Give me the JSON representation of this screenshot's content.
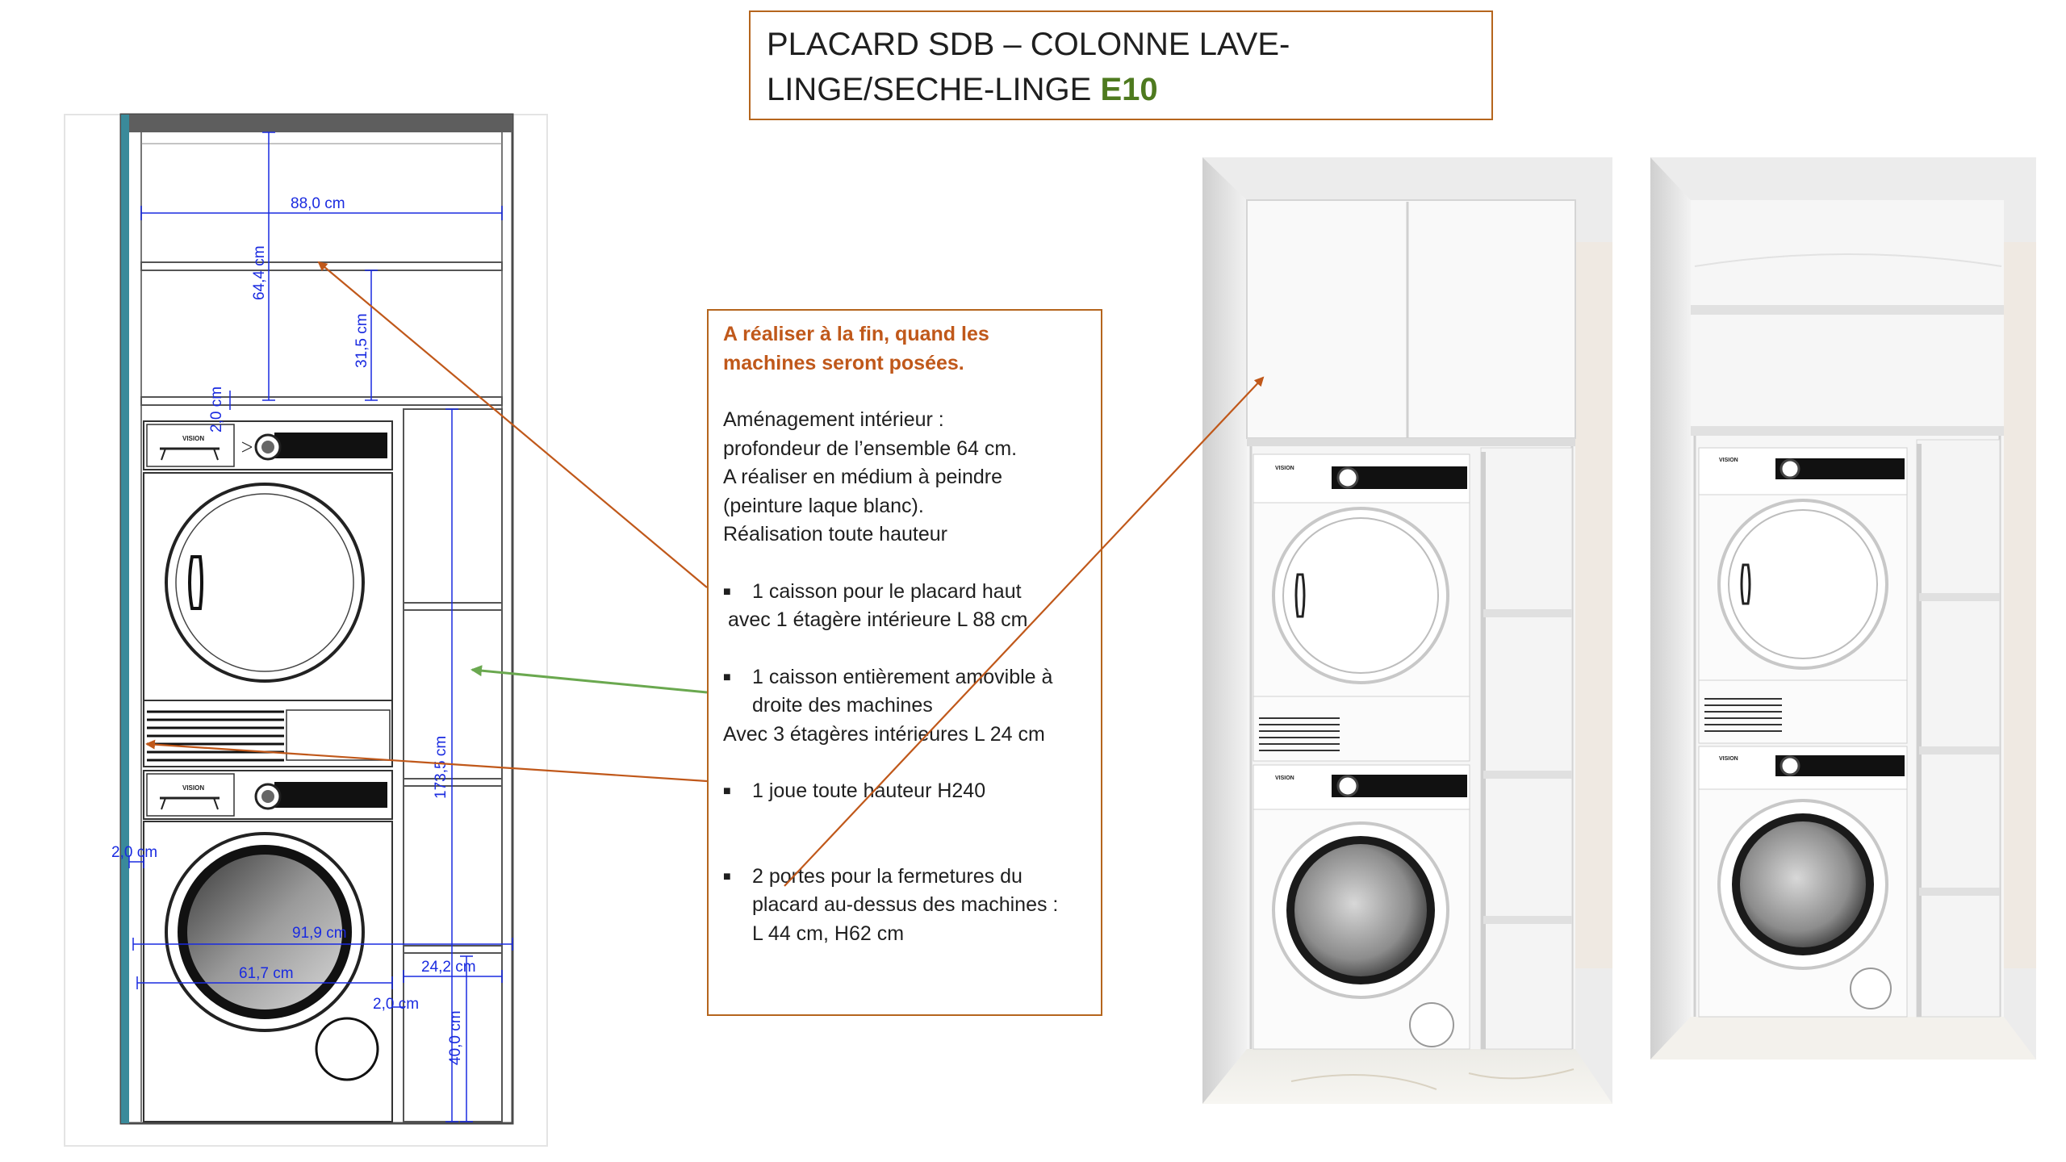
{
  "title": {
    "line1": "PLACARD SDB – COLONNE LAVE-",
    "line2": "LINGE/SECHE-LINGE",
    "code": "E10"
  },
  "note": {
    "heading_line1": "A réaliser à la fin, quand les",
    "heading_line2": "machines seront posées.",
    "intro": [
      "Aménagement intérieur :",
      "profondeur de l’ensemble 64 cm.",
      "A réaliser en médium à peindre",
      "(peinture laque blanc).",
      "Réalisation toute hauteur"
    ],
    "item1_line1": "1 caisson pour le placard haut",
    "item1_line2": "avec 1 étagère intérieure L 88 cm",
    "item2_line1": "1 caisson entièrement amovible à",
    "item2_line2": "droite des machines",
    "item2_line3": "Avec 3 étagères intérieures L 24 cm",
    "item3": "1 joue toute hauteur H240",
    "item4_line1": "2 portes pour la fermetures du",
    "item4_line2": "placard au-dessus des machines :",
    "item4_line3": "L 44 cm, H62 cm"
  },
  "dimensions": {
    "width_top": "88,0 cm",
    "upper_height": "64,4 cm",
    "shelf_height": "31,5 cm",
    "gap_top": "2,0 cm",
    "column_height": "173,5 cm",
    "side_gap": "2,0 cm",
    "total_width": "91,9 cm",
    "machine_width": "61,7 cm",
    "caisson_width": "24,2 cm",
    "gap_bottom": "2,0 cm",
    "plinth_height": "40,0 cm"
  },
  "brand": "VISION",
  "colors": {
    "frame": "#b5651d",
    "title_code": "#4e7a1f",
    "dimension": "#1a2be0",
    "arrow_orange": "#c0581a",
    "arrow_green": "#6aa84f"
  }
}
